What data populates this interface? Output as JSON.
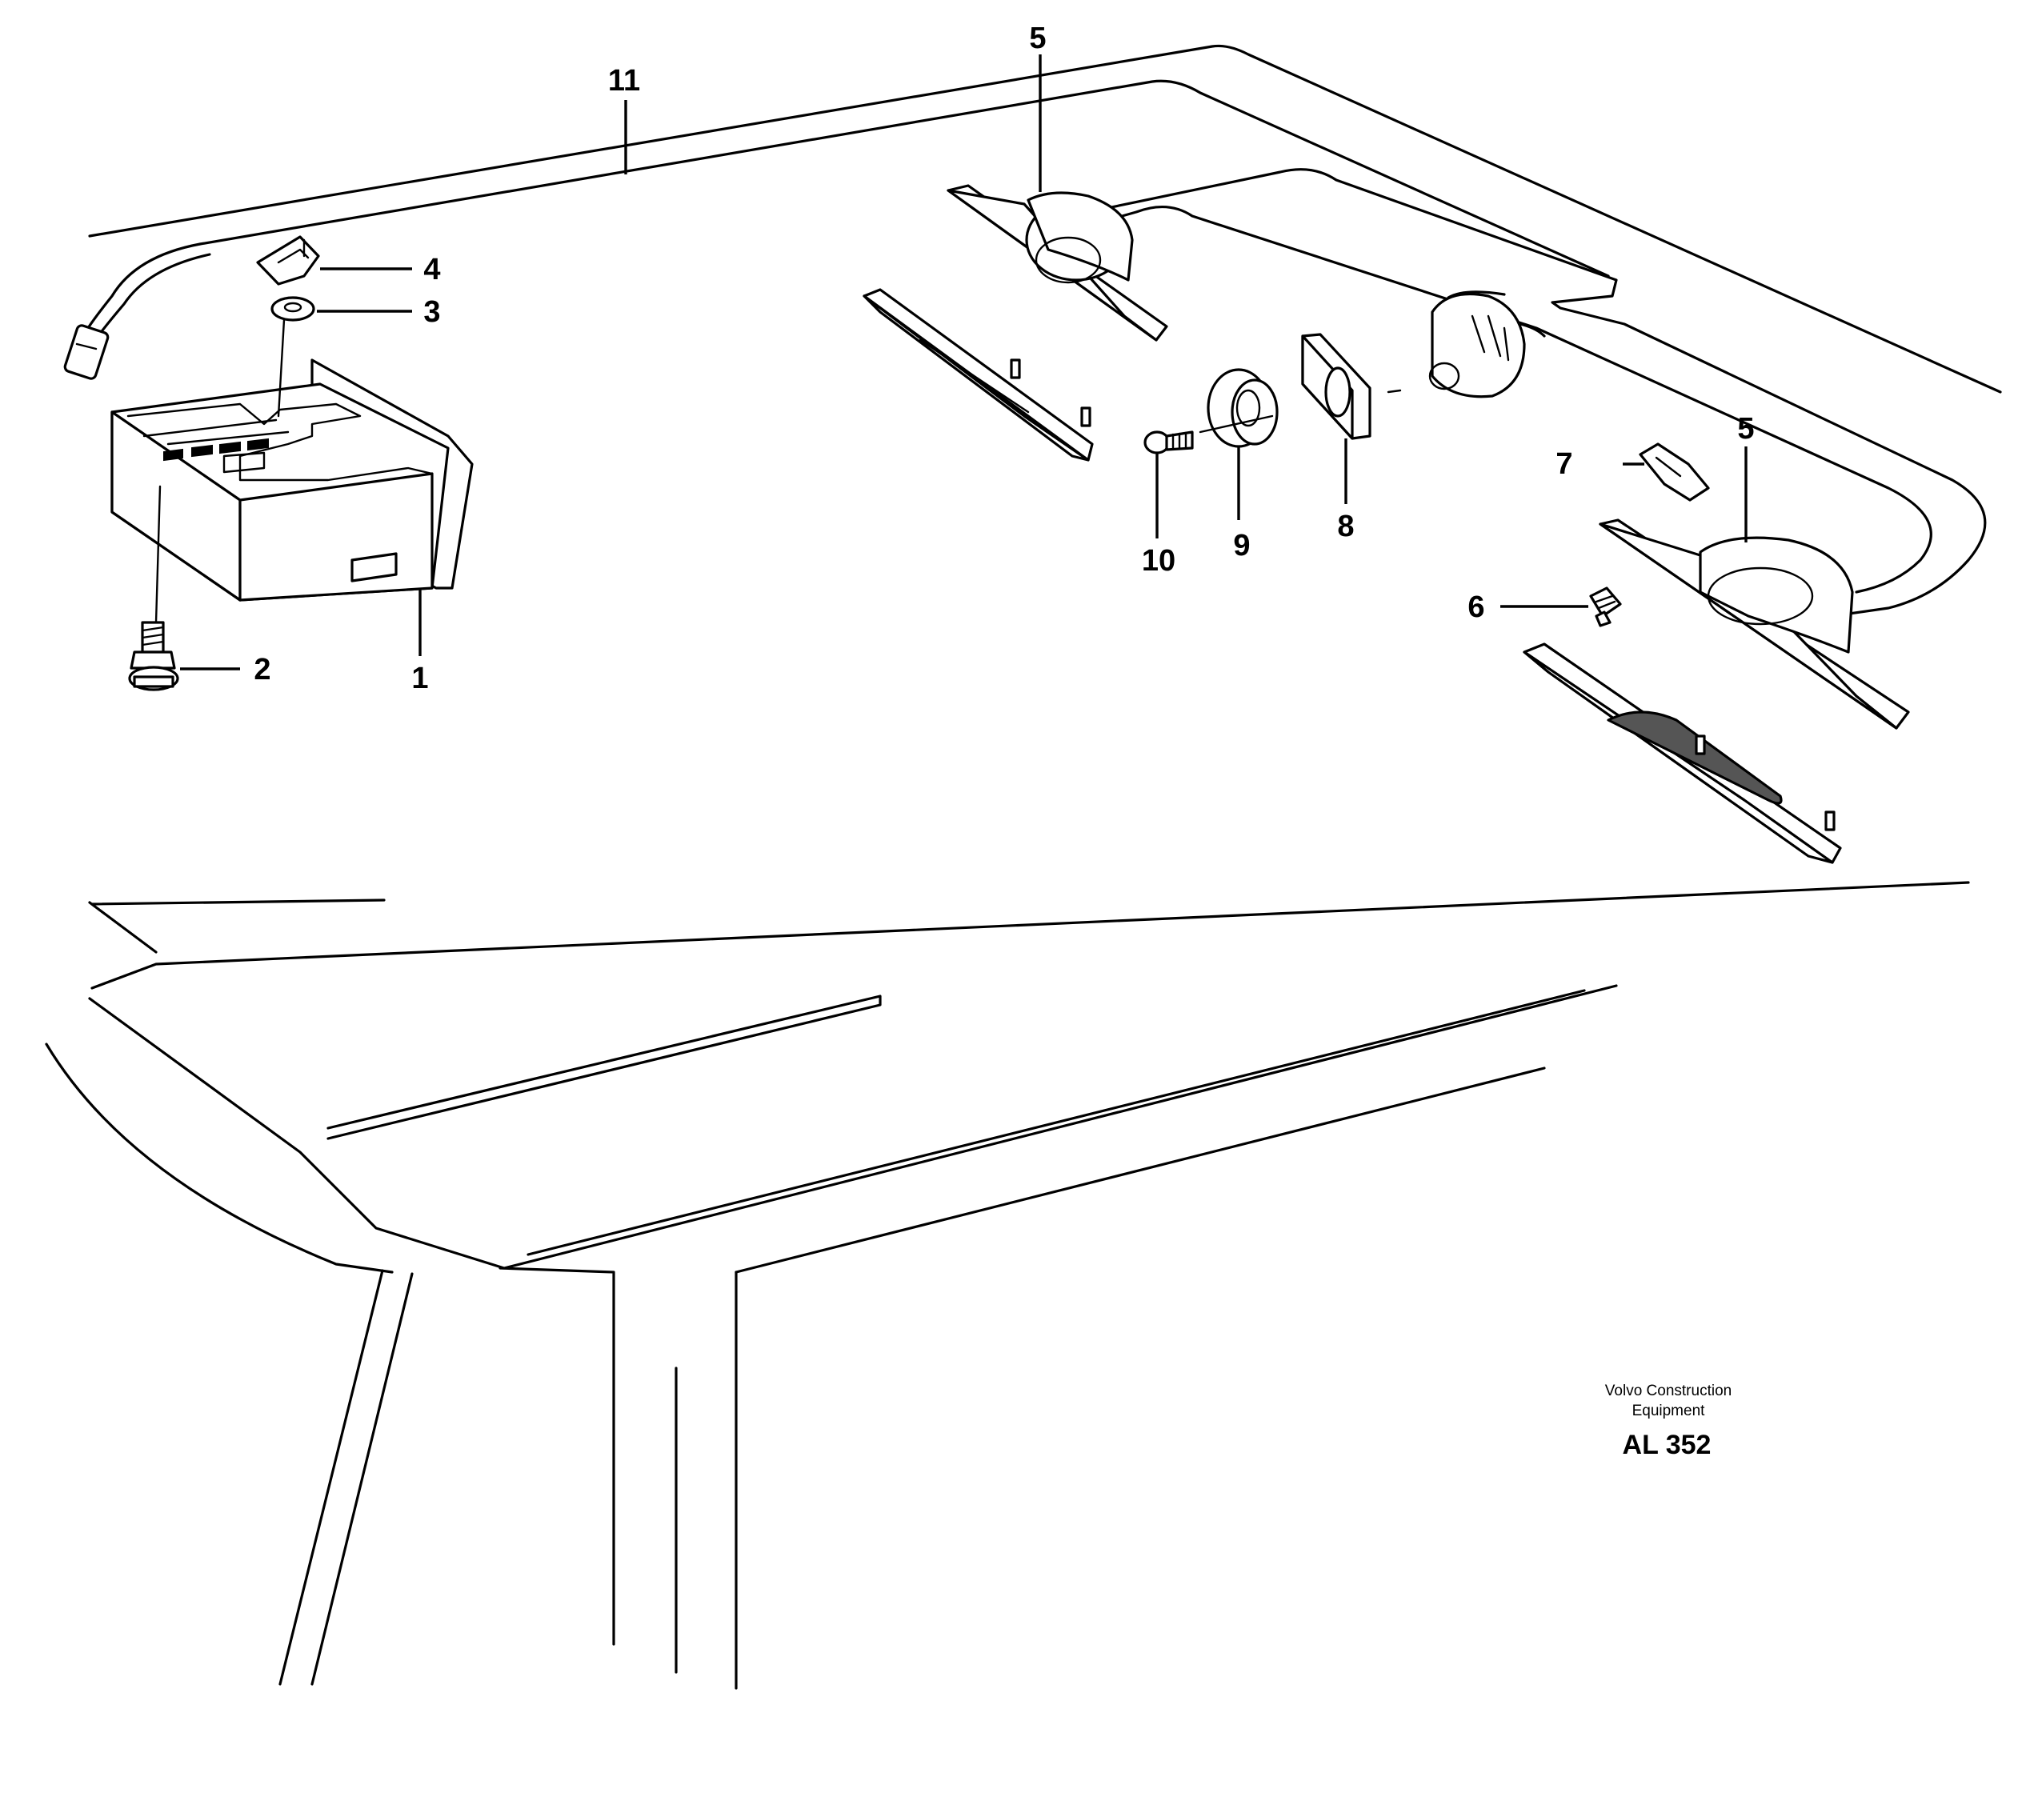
{
  "callouts": {
    "c1": "1",
    "c2": "2",
    "c3": "3",
    "c4": "4",
    "c5a": "5",
    "c5b": "5",
    "c6": "6",
    "c7": "7",
    "c8": "8",
    "c9": "9",
    "c10": "10",
    "c11": "11"
  },
  "credit": {
    "line1": "Volvo Construction",
    "line2": "Equipment",
    "code": "AL 352"
  }
}
